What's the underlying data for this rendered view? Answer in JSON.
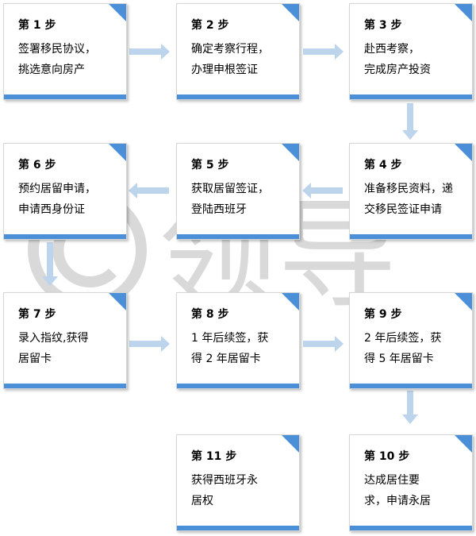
{
  "steps": [
    {
      "title": "第 1 步",
      "desc": "签署移民协议，\n挑选意向房产"
    },
    {
      "title": "第 2 步",
      "desc": "确定考察行程，\n办理申根签证"
    },
    {
      "title": "第 3 步",
      "desc": "赴西考察，\n完成房产投资"
    },
    {
      "title": "第 4 步",
      "desc": "准备移民资料，递\n交移民签证申请"
    },
    {
      "title": "第 5 步",
      "desc": "获取居留签证，\n登陆西班牙"
    },
    {
      "title": "第 6 步",
      "desc": "预约居留申请，\n申请西身份证"
    },
    {
      "title": "第 7 步",
      "desc": "录入指纹,获得\n居留卡"
    },
    {
      "title": "第 8 步",
      "desc": "1 年后续签，获\n得 2 年居留卡"
    },
    {
      "title": "第 9 步",
      "desc": "2 年后续签，获\n得 5 年居留卡"
    },
    {
      "title": "第 10 步",
      "desc": "达成居住要\n求，申请永居"
    },
    {
      "title": "第 11 步",
      "desc": "获得西班牙永\n居权"
    }
  ],
  "watermark_text": "©领导",
  "colors": {
    "accent": "#4a8fd8",
    "arrow": "#bcd4ec"
  }
}
